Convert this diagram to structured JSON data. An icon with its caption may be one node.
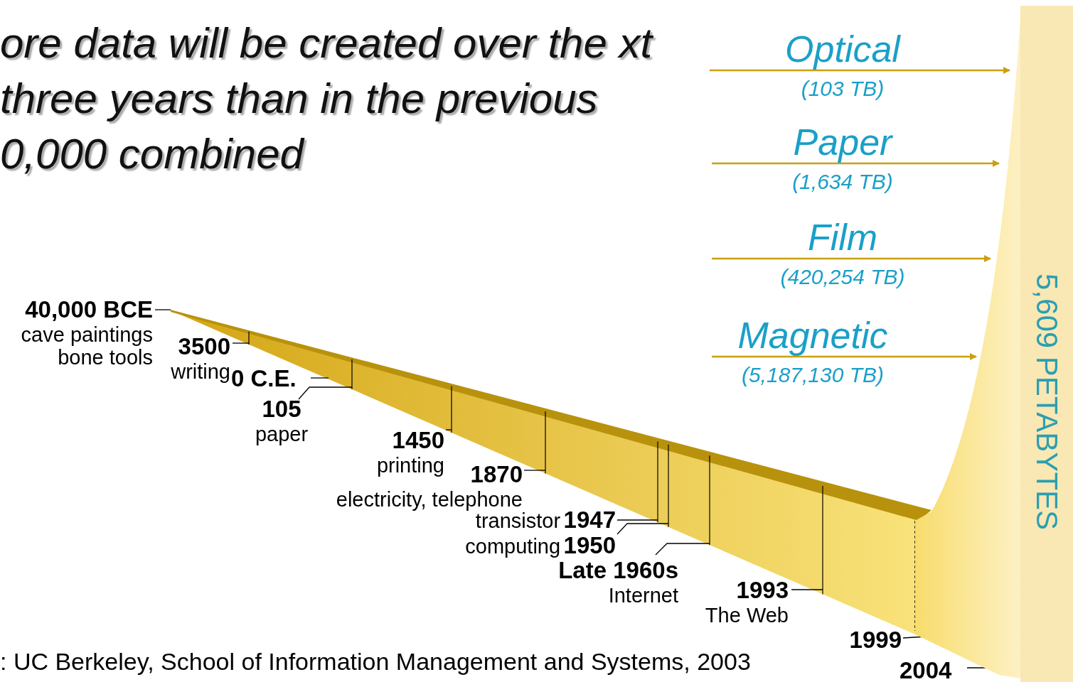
{
  "diagram": {
    "title": "ore data will be created over the xt three years than in the previous 0,000 combined",
    "caption": ": UC Berkeley, School of Information Management and Systems, 2003",
    "nodes": [
      {
        "text": [
          "Optical",
          "(103 TB)"
        ]
      },
      {
        "text": [
          "Paper",
          "(1,634 TB)"
        ]
      },
      {
        "text": [
          "Film",
          "(420,254 TB)"
        ]
      },
      {
        "text": [
          "Magnetic",
          "(5,187,130 TB)"
        ]
      },
      {
        "text": [
          "5,609 PETABYTES"
        ]
      },
      {
        "text": [
          "40,000 BCE",
          "cave paintings bone tools"
        ]
      },
      {
        "text": [
          "3500",
          "writing"
        ]
      },
      {
        "text": [
          "0 C.E."
        ]
      },
      {
        "text": [
          "105",
          "paper"
        ]
      },
      {
        "text": [
          "1450",
          "printing"
        ]
      },
      {
        "text": [
          "1870",
          "electricity, telephone"
        ]
      },
      {
        "text": [
          "transistor",
          "1947"
        ]
      },
      {
        "text": [
          "computing",
          "1950"
        ]
      },
      {
        "text": [
          "Late 1960s",
          "Internet"
        ]
      },
      {
        "text": [
          "1993",
          "The Web"
        ]
      },
      {
        "text": [
          "1999"
        ]
      },
      {
        "text": [
          "2004"
        ]
      }
    ],
    "edges": [
      {
        "from": 0,
        "to": 4,
        "arrow": "to",
        "color": "#c9a010"
      },
      {
        "from": 1,
        "to": 4,
        "arrow": "to",
        "color": "#c9a010"
      },
      {
        "from": 2,
        "to": 4,
        "arrow": "to",
        "color": "#c9a010"
      },
      {
        "from": 3,
        "to": 4,
        "arrow": "to",
        "color": "#c9a010"
      },
      {
        "from": 5,
        "to": null,
        "arrow": "none"
      },
      {
        "from": 6,
        "to": null,
        "arrow": "none"
      },
      {
        "from": 7,
        "to": null,
        "arrow": "none"
      },
      {
        "from": 8,
        "to": null,
        "arrow": "none"
      },
      {
        "from": 9,
        "to": null,
        "arrow": "none"
      },
      {
        "from": 10,
        "to": null,
        "arrow": "none"
      },
      {
        "from": 11,
        "to": null,
        "arrow": "none"
      },
      {
        "from": 12,
        "to": null,
        "arrow": "none"
      },
      {
        "from": 13,
        "to": null,
        "arrow": "none"
      },
      {
        "from": 14,
        "to": null,
        "arrow": "none"
      },
      {
        "from": 15,
        "to": 4,
        "arrow": "none"
      },
      {
        "from": 16,
        "to": 4,
        "arrow": "none"
      }
    ]
  }
}
